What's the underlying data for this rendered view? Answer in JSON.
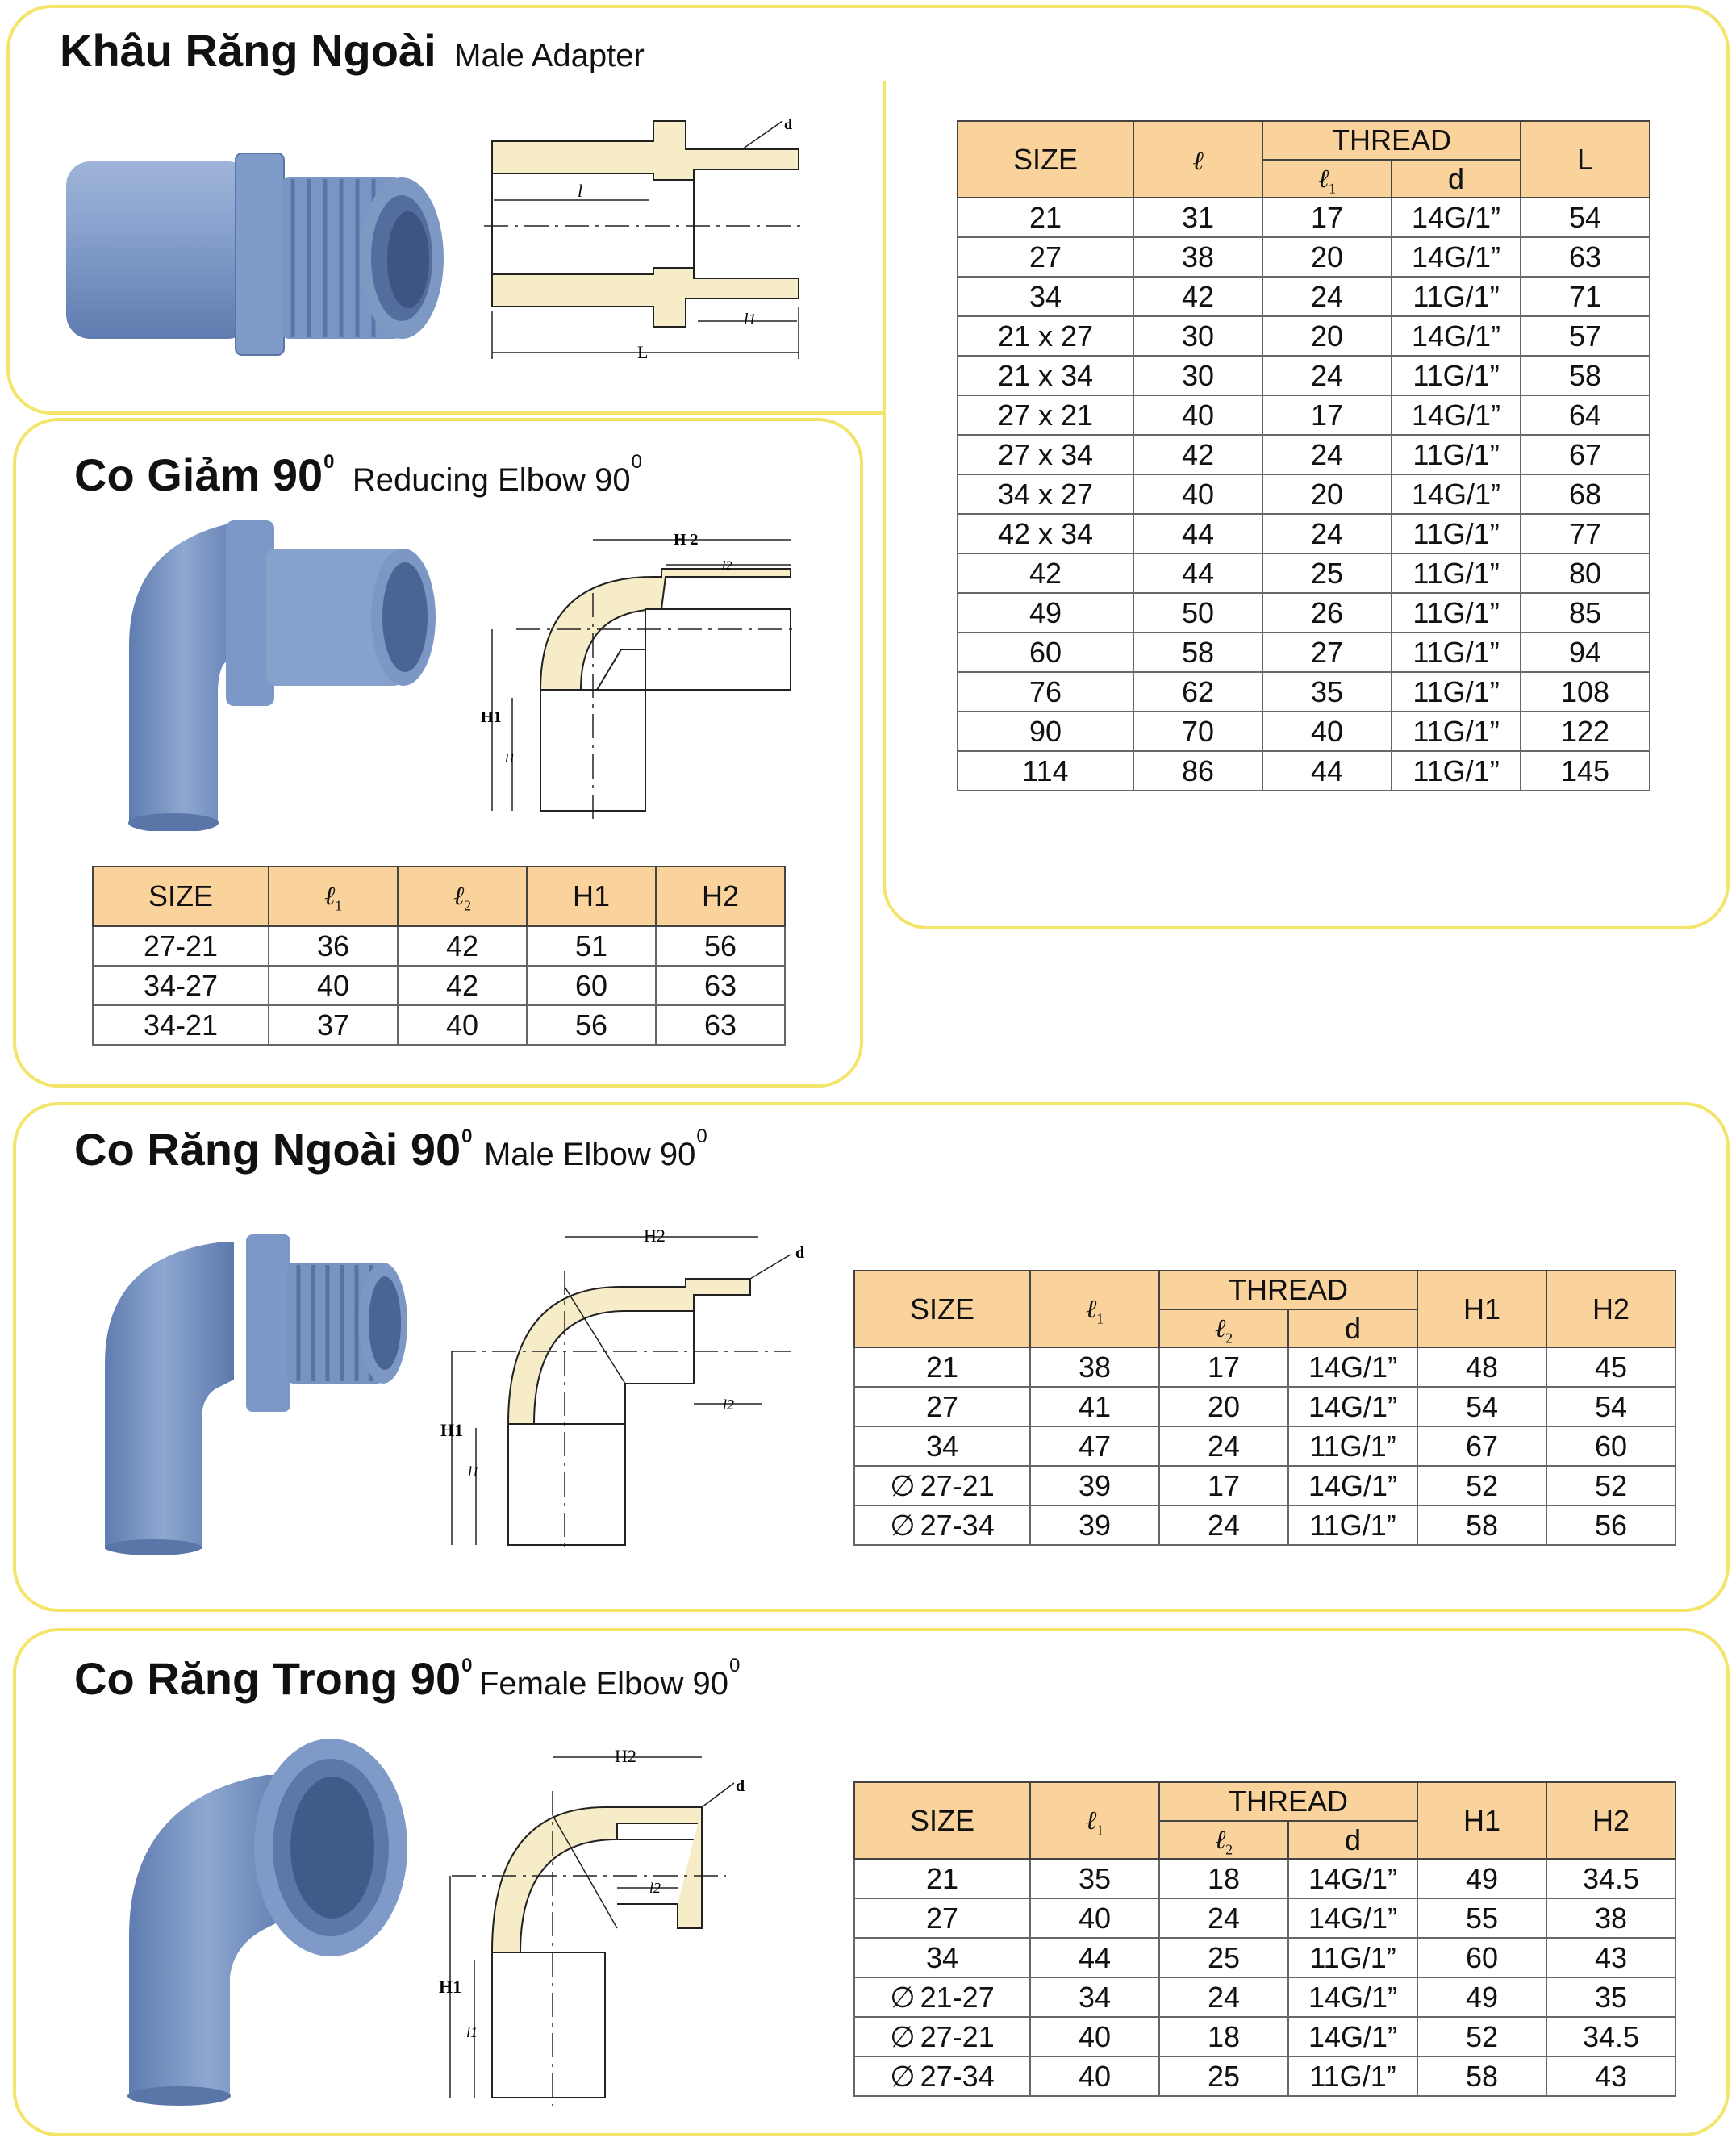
{
  "colors": {
    "panel_border": "#f3e46a",
    "header_fill": "#fad39c",
    "pipe_blue": "#7a97c6",
    "drawing_fill": "#f7ecc8"
  },
  "icons": [
    "diameter-icon"
  ],
  "male_adapter": {
    "title_vn": "Khâu Răng Ngoài",
    "title_en": "Male Adapter",
    "drawing_labels": {
      "d": "d",
      "l": "l",
      "l1": "l1",
      "L": "L"
    },
    "headers": {
      "size": "SIZE",
      "l": "ℓ",
      "thread": "THREAD",
      "l1": "ℓ",
      "l1_sub": "1",
      "d": "d",
      "L": "L"
    },
    "rows": [
      [
        "21",
        "31",
        "17",
        "14G/1”",
        "54"
      ],
      [
        "27",
        "38",
        "20",
        "14G/1”",
        "63"
      ],
      [
        "34",
        "42",
        "24",
        "11G/1”",
        "71"
      ],
      [
        "21 x 27",
        "30",
        "20",
        "14G/1”",
        "57"
      ],
      [
        "21 x 34",
        "30",
        "24",
        "11G/1”",
        "58"
      ],
      [
        "27 x 21",
        "40",
        "17",
        "14G/1”",
        "64"
      ],
      [
        "27 x 34",
        "42",
        "24",
        "11G/1”",
        "67"
      ],
      [
        "34 x 27",
        "40",
        "20",
        "14G/1”",
        "68"
      ],
      [
        "42 x 34",
        "44",
        "24",
        "11G/1”",
        "77"
      ],
      [
        "42",
        "44",
        "25",
        "11G/1”",
        "80"
      ],
      [
        "49",
        "50",
        "26",
        "11G/1”",
        "85"
      ],
      [
        "60",
        "58",
        "27",
        "11G/1”",
        "94"
      ],
      [
        "76",
        "62",
        "35",
        "11G/1”",
        "108"
      ],
      [
        "90",
        "70",
        "40",
        "11G/1”",
        "122"
      ],
      [
        "114",
        "86",
        "44",
        "11G/1”",
        "145"
      ]
    ]
  },
  "reducing_elbow": {
    "title_vn": "Co Giảm 90",
    "title_en": "Reducing Elbow 90",
    "degree": "0",
    "drawing_labels": {
      "h2": "H 2",
      "h1": "H1",
      "l1": "l1",
      "l2": "l2"
    },
    "headers": {
      "size": "SIZE",
      "l1": "ℓ",
      "l1_sub": "1",
      "l2": "ℓ",
      "l2_sub": "2",
      "h1": "H1",
      "h2": "H2"
    },
    "rows": [
      [
        "27-21",
        "36",
        "42",
        "51",
        "56"
      ],
      [
        "34-27",
        "40",
        "42",
        "60",
        "63"
      ],
      [
        "34-21",
        "37",
        "40",
        "56",
        "63"
      ]
    ]
  },
  "male_elbow": {
    "title_vn": "Co Răng Ngoài 90",
    "title_en": "Male Elbow 90",
    "degree": "0",
    "drawing_labels": {
      "h2": "H2",
      "h1": "H1",
      "d": "d",
      "l1": "l1",
      "l2": "l2"
    },
    "headers": {
      "size": "SIZE",
      "l1": "ℓ",
      "l1_sub": "1",
      "thread": "THREAD",
      "l2": "ℓ",
      "l2_sub": "2",
      "d": "d",
      "h1": "H1",
      "h2": "H2"
    },
    "diameter_symbol": "∅",
    "rows": [
      {
        "prefix": "",
        "size": "21",
        "l1": "38",
        "l2": "17",
        "d": "14G/1”",
        "h1": "48",
        "h2": "45"
      },
      {
        "prefix": "",
        "size": "27",
        "l1": "41",
        "l2": "20",
        "d": "14G/1”",
        "h1": "54",
        "h2": "54"
      },
      {
        "prefix": "",
        "size": "34",
        "l1": "47",
        "l2": "24",
        "d": "11G/1”",
        "h1": "67",
        "h2": "60"
      },
      {
        "prefix": "∅",
        "size": "27-21",
        "l1": "39",
        "l2": "17",
        "d": "14G/1”",
        "h1": "52",
        "h2": "52"
      },
      {
        "prefix": "∅",
        "size": "27-34",
        "l1": "39",
        "l2": "24",
        "d": "11G/1”",
        "h1": "58",
        "h2": "56"
      }
    ]
  },
  "female_elbow": {
    "title_vn": "Co Răng Trong 90",
    "title_en": "Female Elbow 90",
    "degree": "0",
    "drawing_labels": {
      "h2": "H2",
      "h1": "H1",
      "d": "d",
      "l1": "l1",
      "l2": "l2"
    },
    "headers": {
      "size": "SIZE",
      "l1": "ℓ",
      "l1_sub": "1",
      "thread": "THREAD",
      "l2": "ℓ",
      "l2_sub": "2",
      "d": "d",
      "h1": "H1",
      "h2": "H2"
    },
    "rows": [
      {
        "prefix": "",
        "size": "21",
        "l1": "35",
        "l2": "18",
        "d": "14G/1”",
        "h1": "49",
        "h2": "34.5"
      },
      {
        "prefix": "",
        "size": "27",
        "l1": "40",
        "l2": "24",
        "d": "14G/1”",
        "h1": "55",
        "h2": "38"
      },
      {
        "prefix": "",
        "size": "34",
        "l1": "44",
        "l2": "25",
        "d": "11G/1”",
        "h1": "60",
        "h2": "43"
      },
      {
        "prefix": "∅",
        "size": "21-27",
        "l1": "34",
        "l2": "24",
        "d": "14G/1”",
        "h1": "49",
        "h2": "35"
      },
      {
        "prefix": "∅",
        "size": "27-21",
        "l1": "40",
        "l2": "18",
        "d": "14G/1”",
        "h1": "52",
        "h2": "34.5"
      },
      {
        "prefix": "∅",
        "size": "27-34",
        "l1": "40",
        "l2": "25",
        "d": "11G/1”",
        "h1": "58",
        "h2": "43"
      }
    ]
  }
}
